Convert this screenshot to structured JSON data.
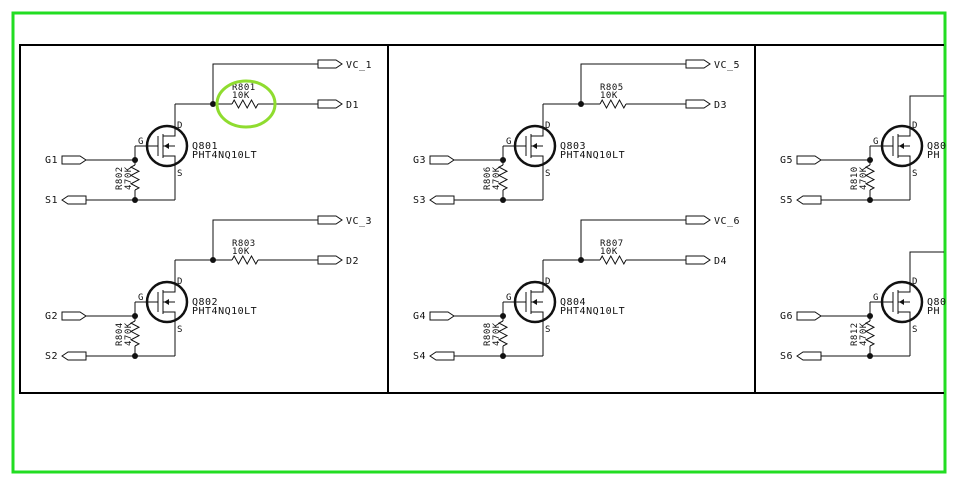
{
  "highlight_color": "#22dd22",
  "sheets": [
    {
      "cells": [
        {
          "vc": "VC_1",
          "r_top": "R801",
          "r_top_val": "10K",
          "d": "D1",
          "q": "Q801",
          "part": "PHT4NQ10LT",
          "g": "G1",
          "s": "S1",
          "r_gs": "R802",
          "r_gs_val": "470K"
        },
        {
          "vc": "VC_3",
          "r_top": "R803",
          "r_top_val": "10K",
          "d": "D2",
          "q": "Q802",
          "part": "PHT4NQ10LT",
          "g": "G2",
          "s": "S2",
          "r_gs": "R804",
          "r_gs_val": "470K"
        }
      ]
    },
    {
      "cells": [
        {
          "vc": "VC_5",
          "r_top": "R805",
          "r_top_val": "10K",
          "d": "D3",
          "q": "Q803",
          "part": "PHT4NQ10LT",
          "g": "G3",
          "s": "S3",
          "r_gs": "R806",
          "r_gs_val": "470K"
        },
        {
          "vc": "VC_6",
          "r_top": "R807",
          "r_top_val": "10K",
          "d": "D4",
          "q": "Q804",
          "part": "PHT4NQ10LT",
          "g": "G4",
          "s": "S4",
          "r_gs": "R808",
          "r_gs_val": "470K"
        }
      ]
    },
    {
      "cells": [
        {
          "vc": "",
          "r_top": "",
          "r_top_val": "",
          "d": "",
          "q": "Q80",
          "part": "PH",
          "g": "G5",
          "s": "S5",
          "r_gs": "R810",
          "r_gs_val": "470K"
        },
        {
          "vc": "",
          "r_top": "",
          "r_top_val": "",
          "d": "",
          "q": "Q80",
          "part": "PH",
          "g": "G6",
          "s": "S6",
          "r_gs": "R812",
          "r_gs_val": "470K"
        }
      ]
    }
  ],
  "pin_labels": {
    "drain": "D",
    "gate": "G",
    "source": "S"
  }
}
